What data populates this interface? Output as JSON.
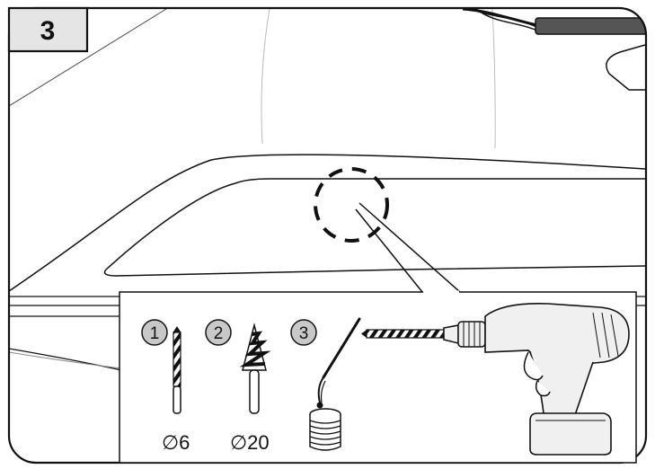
{
  "step": {
    "number": "3"
  },
  "tools": [
    {
      "badge": "1",
      "size": "∅6"
    },
    {
      "badge": "2",
      "size": "∅20"
    },
    {
      "badge": "3"
    }
  ],
  "colors": {
    "badge_fill": "#c8c8c8",
    "step_box_fill": "#e5e5e5",
    "drill_body": "#f0f0f0",
    "line": "#111111"
  }
}
